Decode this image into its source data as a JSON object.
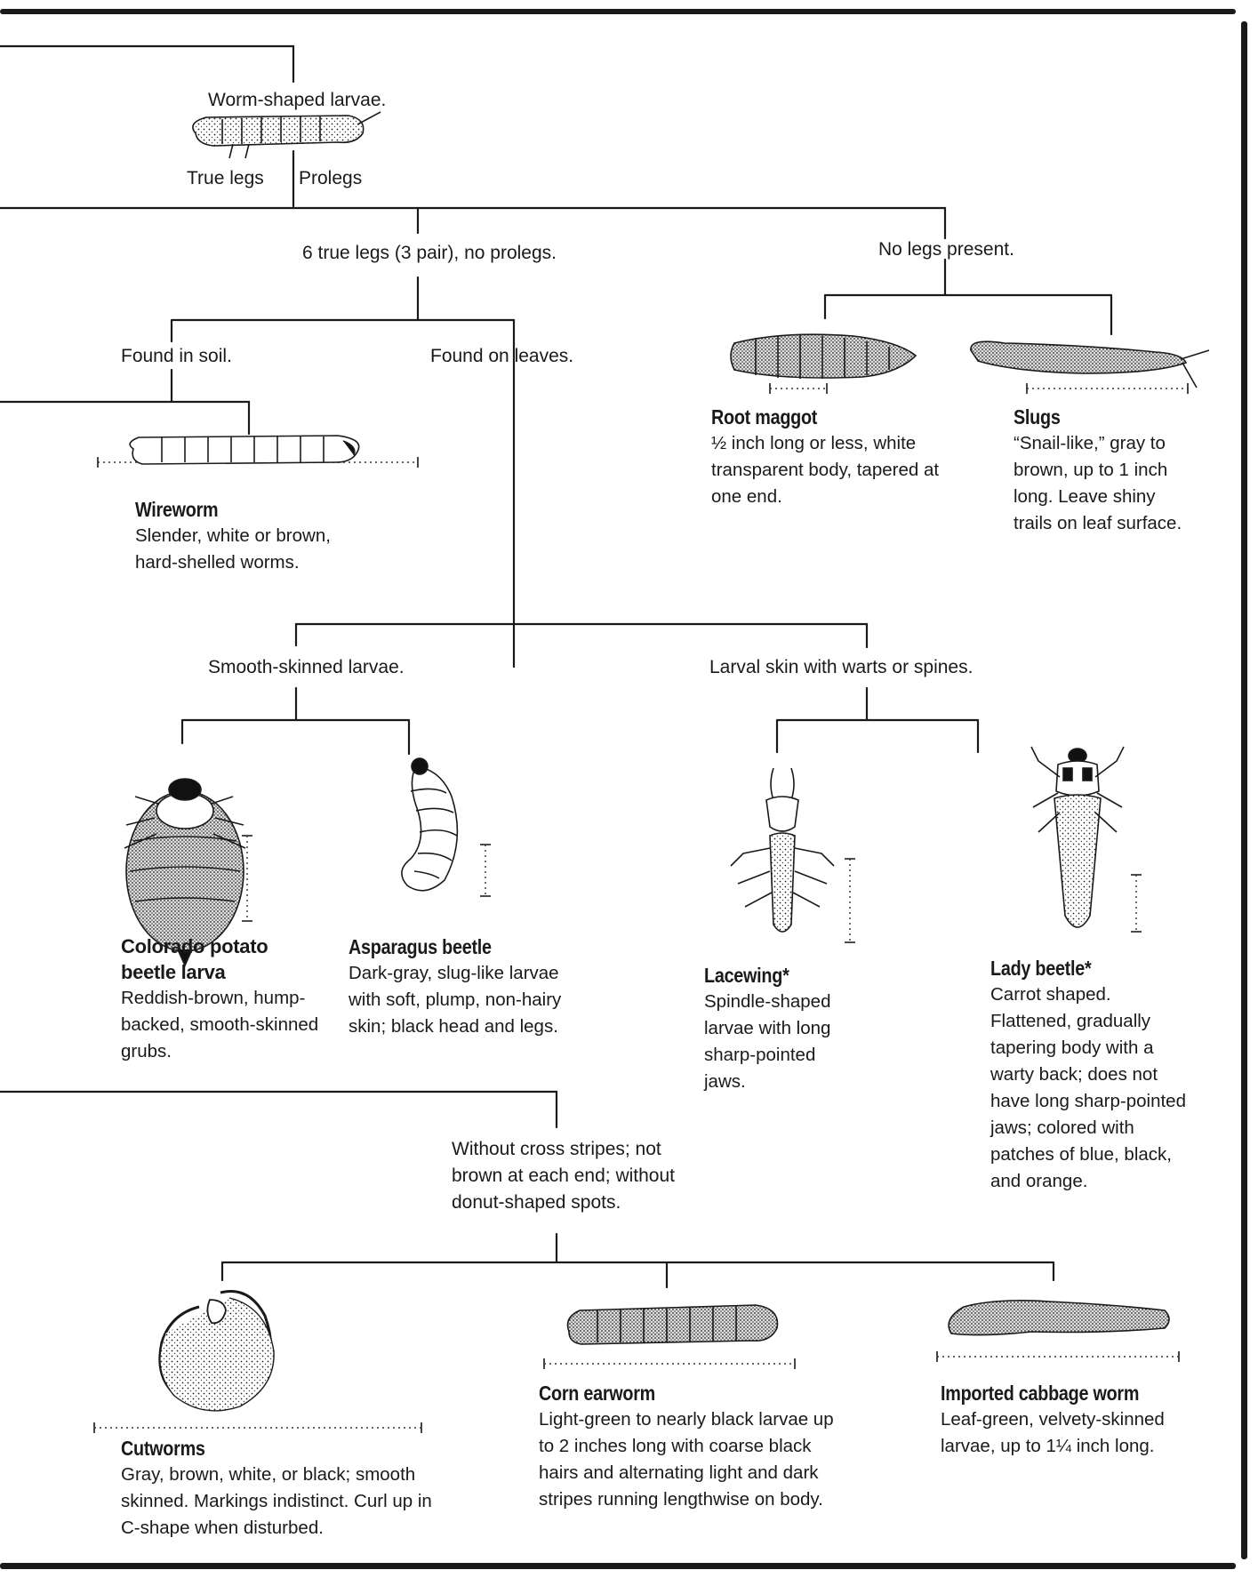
{
  "top": {
    "title": "Worm-shaped larvae.",
    "true_legs_label": "True legs",
    "prolegs_label": "Prolegs"
  },
  "branches": {
    "six_legs": "6 true legs (3 pair), no prolegs.",
    "no_legs": "No legs present.",
    "found_in_soil": "Found in soil.",
    "found_on_leaves": "Found on leaves.",
    "smooth_skinned": "Smooth-skinned larvae.",
    "warts_spines": "Larval skin with warts or spines.",
    "without_stripes": "Without cross stripes; not brown at each end; without donut-shaped spots."
  },
  "entries": {
    "root_maggot": {
      "title": "Root maggot",
      "description": "½ inch long or less, white transparent body, tapered at one end."
    },
    "slugs": {
      "title": "Slugs",
      "description": "“Snail-like,” gray to brown, up to 1 inch long. Leave shiny trails on leaf surface."
    },
    "wireworm": {
      "title": "Wireworm",
      "description": "Slender, white or brown, hard-shelled worms."
    },
    "colorado_potato": {
      "title": "Colorado potato beetle larva",
      "description": "Reddish-brown, hump-backed, smooth-skinned grubs."
    },
    "asparagus": {
      "title": "Asparagus beetle",
      "description": "Dark-gray, slug-like larvae with soft, plump, non-hairy skin; black head and legs."
    },
    "lacewing": {
      "title": "Lacewing*",
      "description": "Spindle-shaped larvae with long sharp-pointed jaws."
    },
    "lady_beetle": {
      "title": "Lady beetle*",
      "description": "Carrot shaped. Flattened, gradually tapering body with a warty back; does not have long sharp-pointed jaws; colored with patches of blue, black, and orange."
    },
    "cutworms": {
      "title": "Cutworms",
      "description": "Gray, brown, white, or black; smooth skinned. Markings indistinct. Curl up in C-shape when disturbed."
    },
    "corn_earworm": {
      "title": "Corn earworm",
      "description": "Light-green to nearly black larvae up to 2 inches long with coarse black hairs and alternating light and dark stripes running lengthwise on body."
    },
    "cabbage_worm": {
      "title": "Imported cabbage worm",
      "description": "Leaf-green, velvety-skinned larvae, up to 1¼ inch long."
    }
  },
  "colors": {
    "ink": "#1a1a1a",
    "background": "#ffffff"
  }
}
